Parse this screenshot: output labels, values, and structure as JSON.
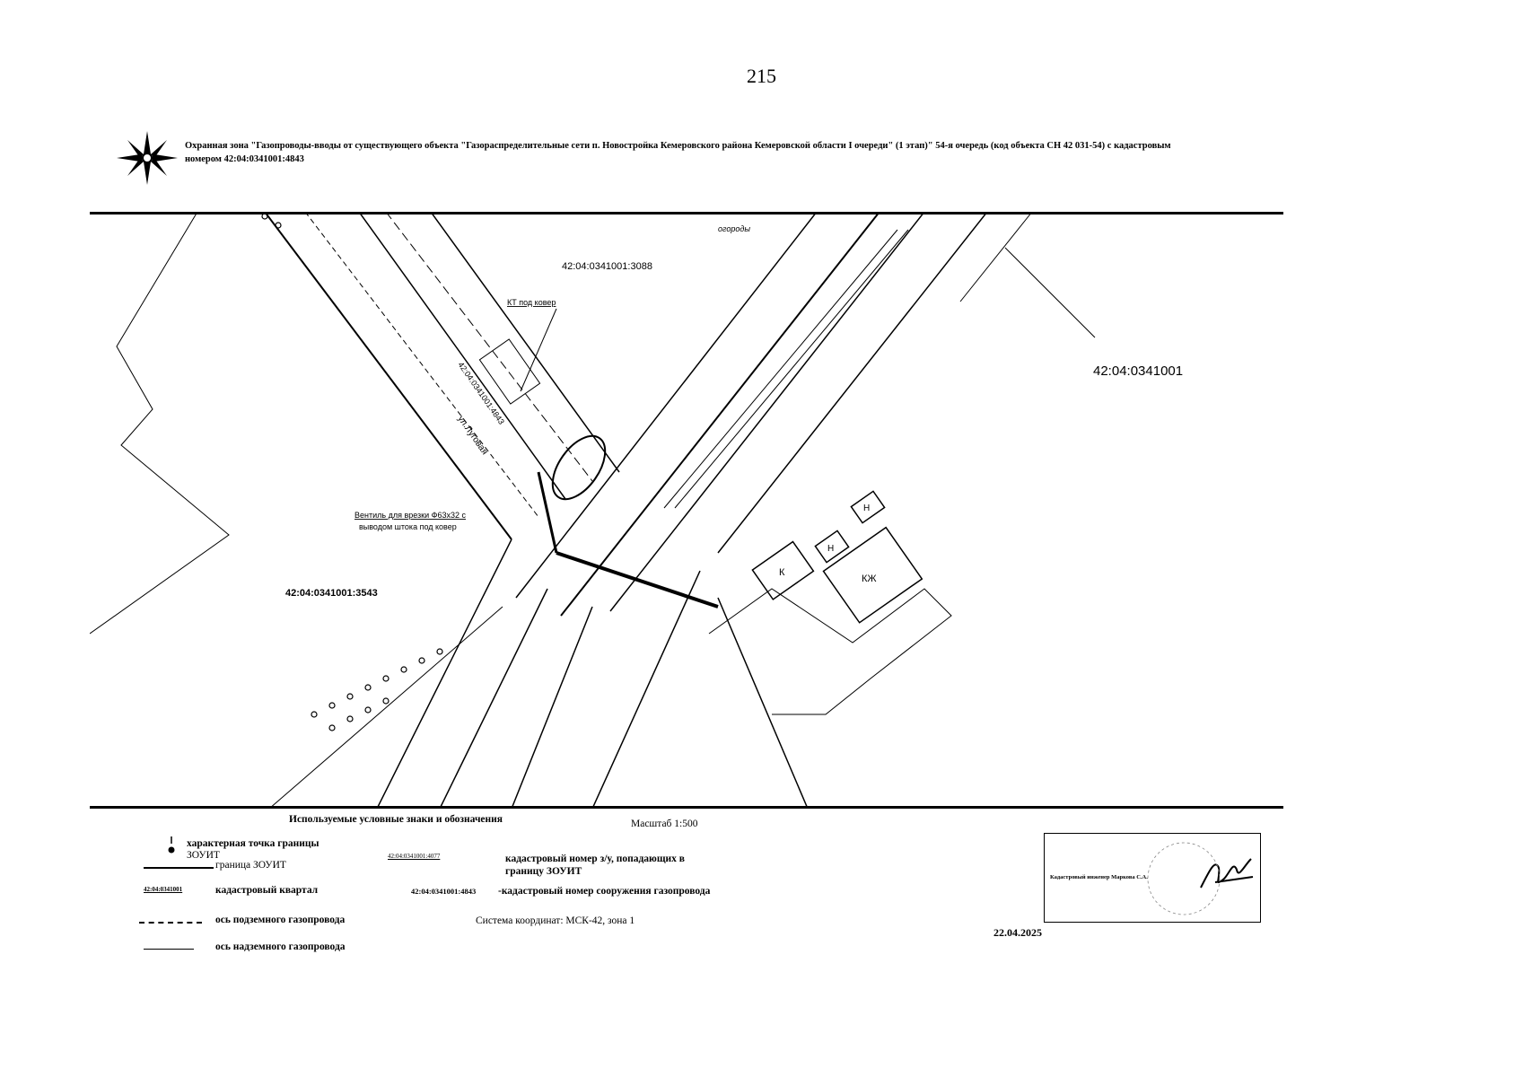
{
  "page_number": "215",
  "title": "Охранная зона \"Газопроводы-вводы от существующего объекта \"Газораспределительные сети п. Новостройка Кемеровского района Кемеровской области I очереди\" (1 этап)\" 54-я очередь (код объекта СН 42 031-54) с кадастровым номером 42:04:0341001:4843",
  "map_labels": {
    "quarter": "42:04:0341001",
    "parcel_top": "42:04:0341001:3088",
    "parcel_left": "42:04:0341001:3543",
    "kt_label": "КТ под ковер",
    "valve_label_1": "Вентиль для врезки Ф63х32 с",
    "valve_label_2": "выводом штока под ковер",
    "street": "ул.Луговая",
    "garden": "огороды",
    "building_k": "К",
    "building_kzh": "КЖ",
    "building_n1": "Н",
    "building_n2": "Н",
    "road_code": "42:04:0341001:4843"
  },
  "legend": {
    "heading": "Используемые условные знаки и обозначения",
    "scale": "Масштаб 1:500",
    "point_label_line1": "характерная точка границы",
    "point_label_line2": "ЗОУИТ",
    "boundary": "граница ЗОУИТ",
    "quarter_sample": "42:04:0341001",
    "quarter_label": "кадастровый квартал",
    "underground": "ось подземного газопровода",
    "overground": "ось надземного газопровода",
    "parcel_sample": "42:04:0341001:4077",
    "parcel_label_line1": "кадастровый номер з/у, попадающих в",
    "parcel_label_line2": "границу ЗОУИТ",
    "structure_sample": "42:04:0341001:4843",
    "structure_label": "-кадастровый номер сооружения газопровода",
    "coords": "Система координат: МСК-42, зона 1"
  },
  "stamp": {
    "engineer": "Кадастровый инженер  Маркова С.А."
  },
  "date": "22.04.2025"
}
